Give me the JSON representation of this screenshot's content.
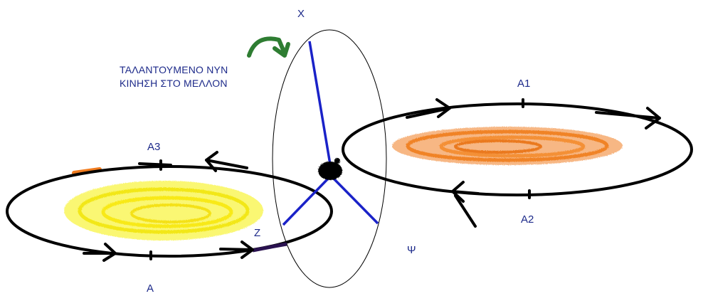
{
  "axes": {
    "x": "X",
    "y": "Ψ",
    "z": "Z"
  },
  "note": {
    "line1": "ΤΑΛΑΝΤΟΥΜΕΝΟ ΝΥΝ",
    "line2": "ΚΙΝΗΣΗ ΣΤΟ ΜΕΛΛΟΝ"
  },
  "orbits": {
    "right": {
      "top_label": "A1",
      "bottom_label": "A2",
      "fill_color": "#f07b1e"
    },
    "left": {
      "top_label": "A3",
      "bottom_label": "A",
      "fill_color": "#f5f000"
    }
  },
  "colors": {
    "axis": "#1a22c8",
    "orbit": "#000000",
    "arrow_green": "#2e7d32",
    "label": "#1d2a8a"
  }
}
